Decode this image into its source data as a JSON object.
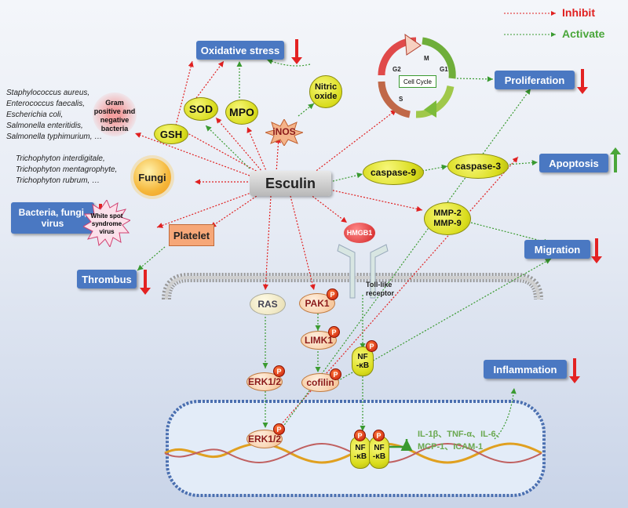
{
  "legend": {
    "inhibit": "Inhibit",
    "activate": "Activate",
    "inhibit_color": "#e02020",
    "activate_color": "#4aa63a"
  },
  "center": "Esculin",
  "outcomes": {
    "oxidative_stress": "Oxidative stress",
    "proliferation": "Proliferation",
    "apoptosis": "Apoptosis",
    "migration": "Migration",
    "inflammation": "Inflammation",
    "bacteria_fungi_virus": "Bacteria, fungi, virus",
    "thrombus": "Thrombus"
  },
  "nodes": {
    "gsh": "GSH",
    "sod": "SOD",
    "mpo": "MPO",
    "nitric_oxide": "Nitric oxide",
    "inos": "iNOS",
    "caspase9": "caspase-9",
    "caspase3": "caspase-3",
    "mmp": "MMP-2 MMP-9",
    "fungi": "Fungi",
    "platelet": "Platelet",
    "white_spot": "White spot syndrome virus",
    "gram": "Gram positive and negative bacteria",
    "hmgb1": "HMGB1",
    "tlr": "Toll-like receptor",
    "ras": "RAS",
    "pak1": "PAK1",
    "limk1": "LIMK1",
    "cofilin": "cofilin",
    "erk_cyto": "ERK1/2",
    "erk_nuc": "ERK1/2",
    "nfkb_cyto": "NF -κB",
    "nfkb_nuc1": "NF -κB",
    "nfkb_nuc2": "NF -κB",
    "p": "P"
  },
  "cell_cycle": {
    "label": "Cell Cycle",
    "g1": "G1",
    "g2": "G2",
    "m": "M",
    "s": "S"
  },
  "bacteria_list": [
    "Staphylococcus aureus,",
    "Enterococcus faecalis,",
    "Escherichia coli,",
    "Salmonella enteritidis,",
    "Salmonella typhimurium, …"
  ],
  "fungi_list": [
    "Trichophyton interdigitale,",
    "Trichophyton mentagrophyte,",
    "Trichophyton rubrum, …"
  ],
  "cytokines": [
    "IL-1β、TNF-α、IL-6、",
    "MCP-1、ICAM-1"
  ]
}
